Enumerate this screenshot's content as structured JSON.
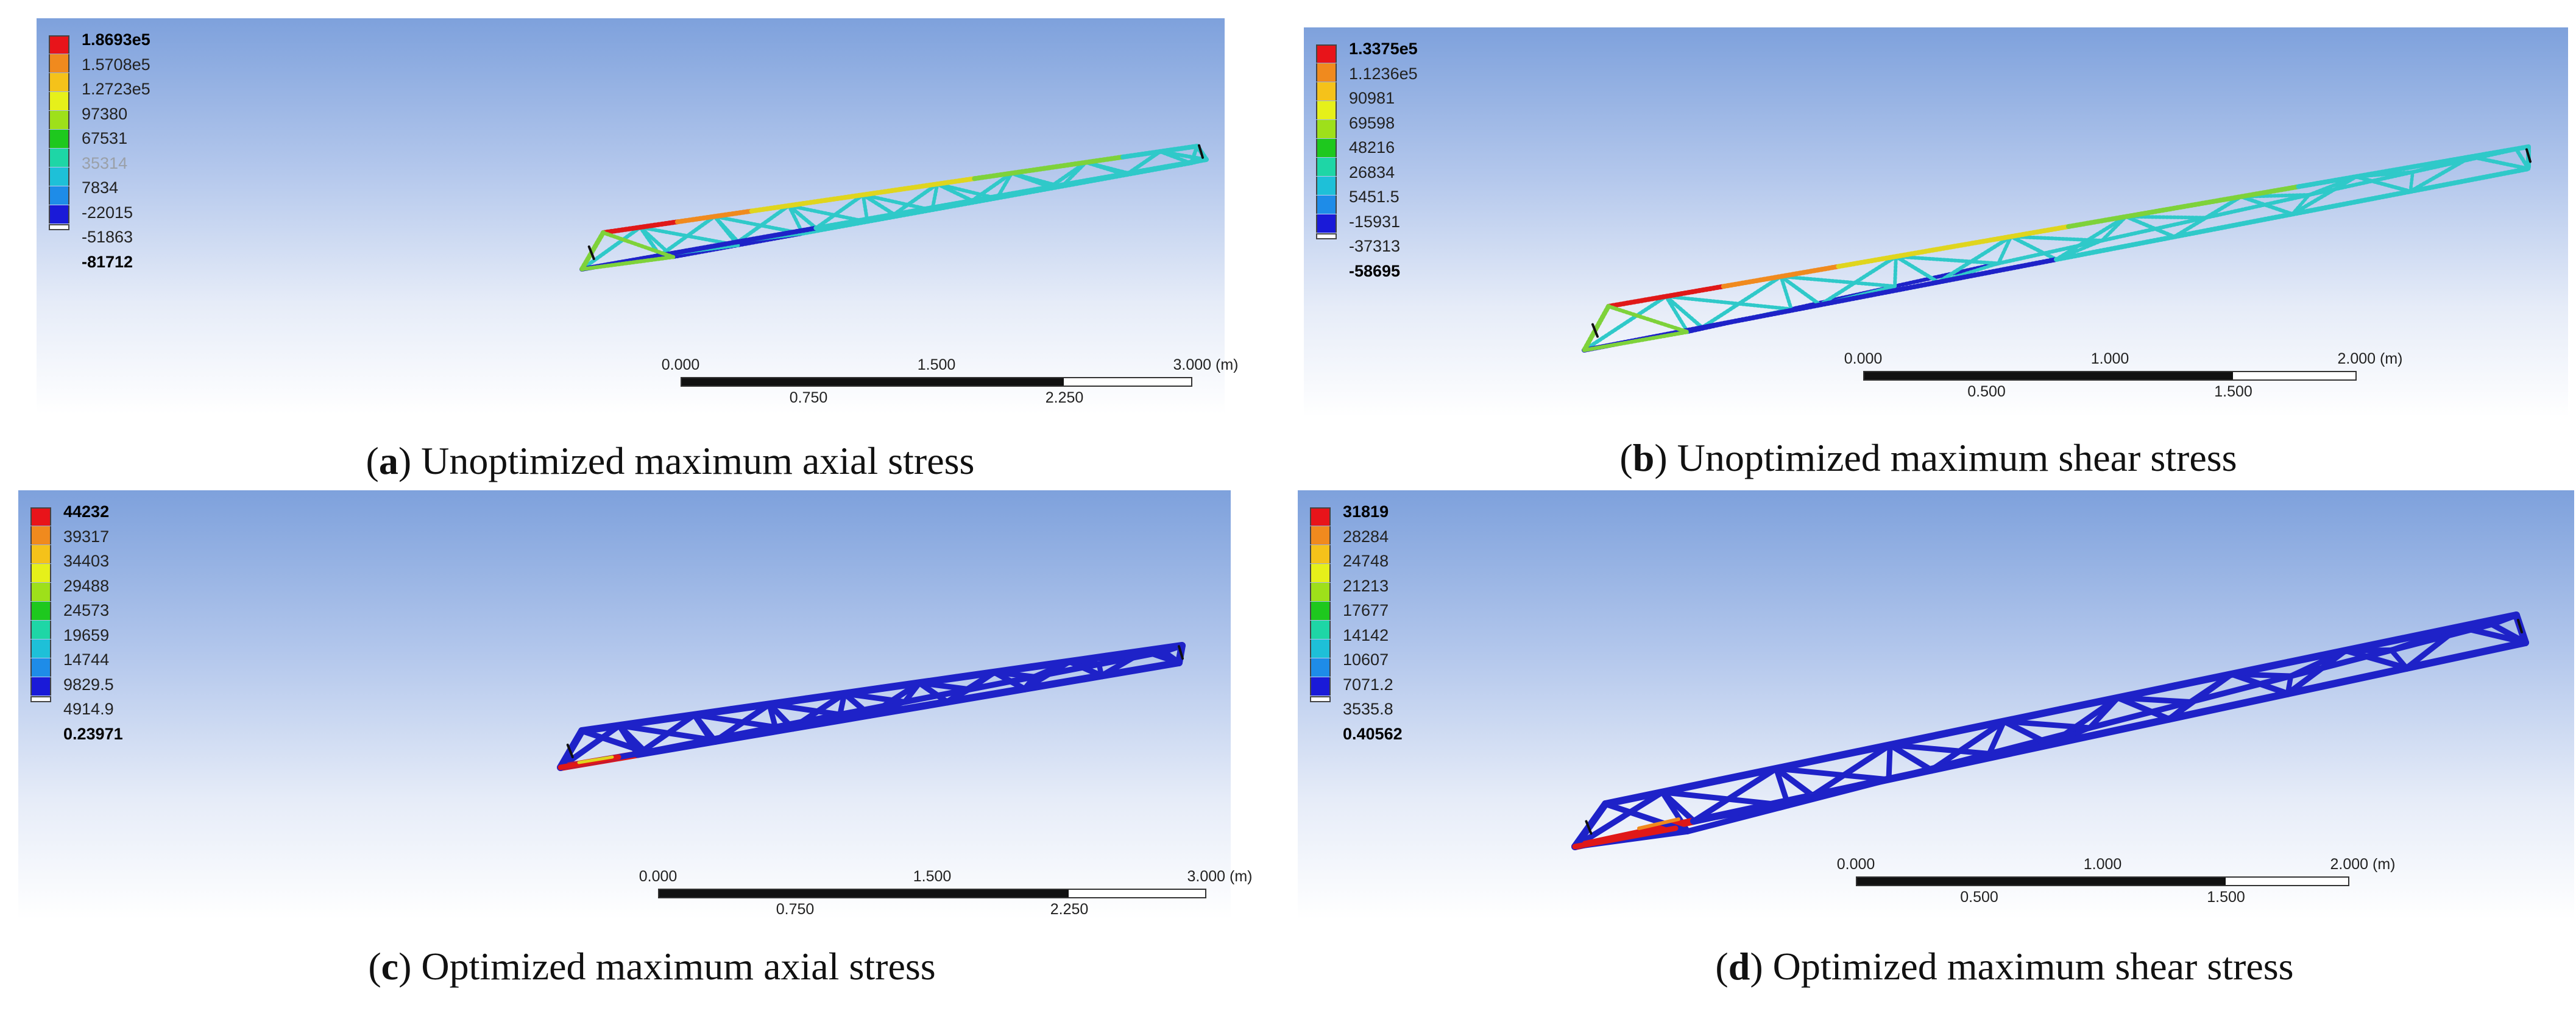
{
  "panels": [
    {
      "id": "a",
      "letter": "a",
      "caption": "Unoptimized maximum axial stress",
      "legend": [
        "1.8693e5",
        "1.5708e5",
        "1.2723e5",
        "97380",
        "67531",
        "35314",
        "7834",
        "-22015",
        "-51863",
        "-81712"
      ],
      "scale": {
        "top": [
          "0.000",
          "1.500",
          "3.000 (m)"
        ],
        "bottom": [
          "0.750",
          "2.250"
        ]
      }
    },
    {
      "id": "b",
      "letter": "b",
      "caption": "Unoptimized maximum shear stress",
      "legend": [
        "1.3375e5",
        "1.1236e5",
        "90981",
        "69598",
        "48216",
        "26834",
        "5451.5",
        "-15931",
        "-37313",
        "-58695"
      ],
      "scale": {
        "top": [
          "0.000",
          "1.000",
          "2.000 (m)"
        ],
        "bottom": [
          "0.500",
          "1.500"
        ]
      }
    },
    {
      "id": "c",
      "letter": "c",
      "caption": "Optimized maximum axial stress",
      "legend": [
        "44232",
        "39317",
        "34403",
        "29488",
        "24573",
        "19659",
        "14744",
        "9829.5",
        "4914.9",
        "0.23971"
      ],
      "scale": {
        "top": [
          "0.000",
          "1.500",
          "3.000 (m)"
        ],
        "bottom": [
          "0.750",
          "2.250"
        ]
      }
    },
    {
      "id": "d",
      "letter": "d",
      "caption": "Optimized maximum shear stress",
      "legend": [
        "31819",
        "28284",
        "24748",
        "21213",
        "17677",
        "14142",
        "10607",
        "7071.2",
        "3535.8",
        "0.40562"
      ],
      "scale": {
        "top": [
          "0.000",
          "1.000",
          "2.000 (m)"
        ],
        "bottom": [
          "0.500",
          "1.500"
        ]
      }
    }
  ],
  "legend_colors": [
    "#e8141a",
    "#f08a1e",
    "#f5c21a",
    "#e6f01a",
    "#9ee01a",
    "#1ec81e",
    "#1ed6a6",
    "#1ec0d8",
    "#1e8ce8",
    "#1a1ad8"
  ],
  "member_colors": {
    "blue": "#1e22c8",
    "cyan": "#2fc9c9",
    "green": "#7ed23a",
    "yellow": "#e0d51e",
    "orange": "#f08a1e",
    "red": "#e01818"
  }
}
